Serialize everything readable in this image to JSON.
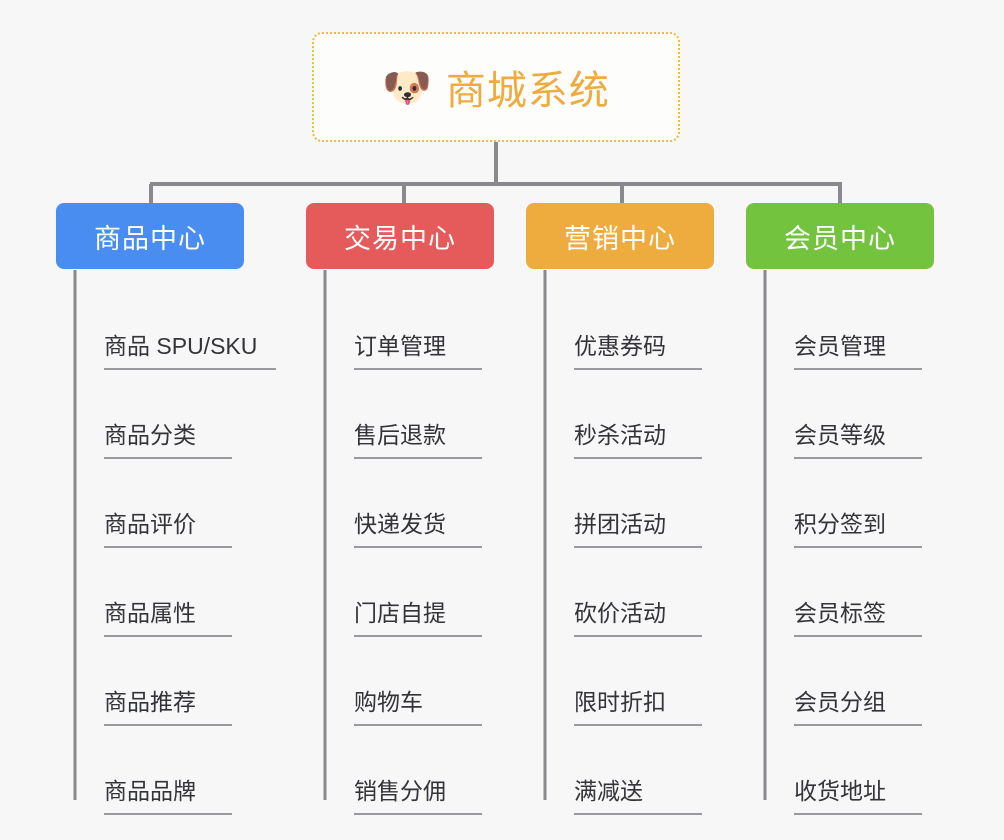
{
  "diagram": {
    "type": "tree",
    "background_color": "#f7f7f7",
    "connector_color": "#8a8a8e",
    "root": {
      "title": "商城系统",
      "icon": "shiba-dog-face-emoji",
      "emoji": "🐶",
      "border_color": "#f0b93a",
      "border_style": "dotted",
      "text_color": "#eeab3e",
      "background": "#fdfdfc"
    },
    "categories": [
      {
        "label": "商品中心",
        "color": "#4a8df0",
        "text_color": "#ffffff",
        "items": [
          "商品 SPU/SKU",
          "商品分类",
          "商品评价",
          "商品属性",
          "商品推荐",
          "商品品牌"
        ]
      },
      {
        "label": "交易中心",
        "color": "#e55a5a",
        "text_color": "#ffffff",
        "items": [
          "订单管理",
          "售后退款",
          "快递发货",
          "门店自提",
          "购物车",
          "销售分佣"
        ]
      },
      {
        "label": "营销中心",
        "color": "#eeab3e",
        "text_color": "#ffffff",
        "items": [
          "优惠券码",
          "秒杀活动",
          "拼团活动",
          "砍价活动",
          "限时折扣",
          "满减送"
        ]
      },
      {
        "label": "会员中心",
        "color": "#74c33e",
        "text_color": "#ffffff",
        "items": [
          "会员管理",
          "会员等级",
          "积分签到",
          "会员标签",
          "会员分组",
          "收货地址"
        ]
      }
    ]
  }
}
